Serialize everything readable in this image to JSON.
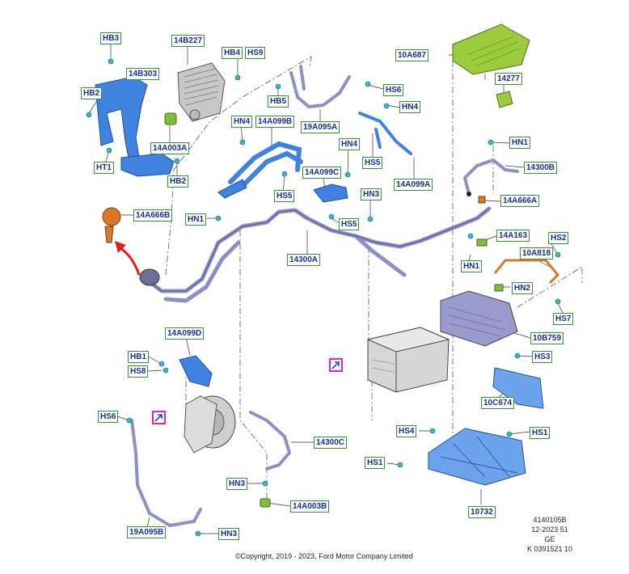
{
  "labels": {
    "hb3": "HB3",
    "p14b227": "14B227",
    "hb4": "HB4",
    "hs9": "HS9",
    "p14b303": "14B303",
    "hb2a": "HB2",
    "hb5": "HB5",
    "hs6a": "HS6",
    "p19a095a": "19A095A",
    "p10a687": "10A687",
    "p14277": "14277",
    "p14a003a": "14A003A",
    "ht1": "HT1",
    "hb2b": "HB2",
    "hn4a": "HN4",
    "p14a099b": "14A099B",
    "hn4b": "HN4",
    "hs5a": "HS5",
    "hn4c": "HN4",
    "hn1a": "HN1",
    "p14300b": "14300B",
    "p14a099c": "14A099C",
    "p14a099a": "14A099A",
    "hs5b": "HS5",
    "hn3a": "HN3",
    "p14a666a": "14A666A",
    "p14a666b": "14A666B",
    "hn1b": "HN1",
    "hs5c": "HS5",
    "p14a163": "14A163",
    "hs2": "HS2",
    "p14300a": "14300A",
    "hn1c": "HN1",
    "p10a818": "10A818",
    "hn2": "HN2",
    "hs7": "HS7",
    "p10b759": "10B759",
    "p14a099d": "14A099D",
    "hb1": "HB1",
    "hs8": "HS8",
    "hs3": "HS3",
    "p10c674": "10C674",
    "hs6b": "HS6",
    "hs4": "HS4",
    "hs1a": "HS1",
    "p14300c": "14300C",
    "hs1b": "HS1",
    "hn3b": "HN3",
    "p14a003b": "14A003B",
    "p10732": "10732",
    "p19a095b": "19A095B",
    "hn3c": "HN3"
  },
  "info": {
    "code": "4140105B",
    "date": "12-2023 51",
    "region": "GE",
    "ref": "K 0391521 10"
  },
  "copyright": "©Copyright, 2019 - 2023, Ford Motor Company Limited",
  "icons": [
    "view-jump-icon",
    "callout-arrow-icon"
  ],
  "colors": {
    "label_border": "#2e9a2e",
    "label_text": "#1b2f8a",
    "blue_parts": "#3f82e0",
    "lavender_parts": "#8f8fc8",
    "green_cover": "#9ccb3e",
    "orange_parts": "#d9782a",
    "jump_marker": "#e020d0",
    "red_arrow": "#e0201a"
  }
}
